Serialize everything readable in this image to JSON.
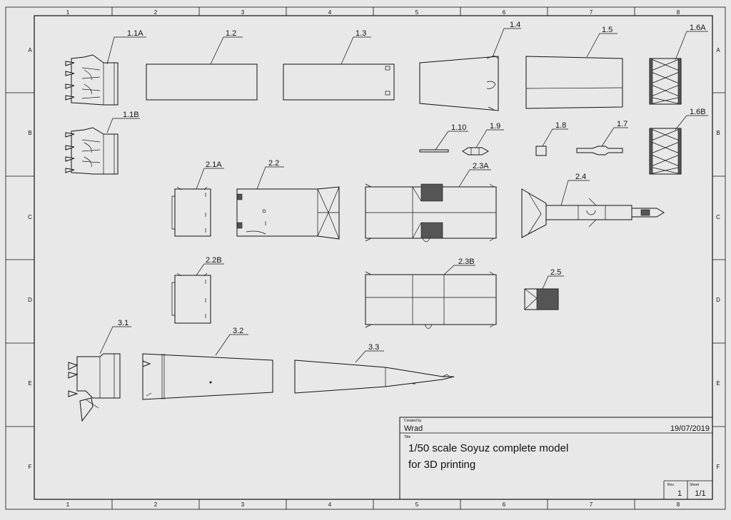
{
  "grid": {
    "columns": [
      "1",
      "2",
      "3",
      "4",
      "5",
      "6",
      "7",
      "8"
    ],
    "rows": [
      "A",
      "B",
      "C",
      "D",
      "E",
      "F"
    ]
  },
  "parts": {
    "p1_1a": "1.1A",
    "p1_1b": "1.1B",
    "p1_2": "1.2",
    "p1_3": "1.3",
    "p1_4": "1.4",
    "p1_5": "1.5",
    "p1_6a": "1.6A",
    "p1_6b": "1.6B",
    "p1_7": "1.7",
    "p1_8": "1.8",
    "p1_9": "1.9",
    "p1_10": "1.10",
    "p2_1a": "2.1A",
    "p2_1b": "2.2B",
    "p2_2": "2.2",
    "p2_3a": "2.3A",
    "p2_3b": "2.3B",
    "p2_4": "2.4",
    "p2_5": "2.5",
    "p3_1": "3.1",
    "p3_2": "3.2",
    "p3_3": "3.3"
  },
  "title_block": {
    "created_by_label": "Created by",
    "created_by": "Wrad",
    "date": "19/07/2019",
    "title_label": "Title",
    "title_line1": "1/50 scale Soyuz complete model",
    "title_line2": "for 3D printing",
    "rev_label": "Rev.",
    "rev": "1",
    "sheet_label": "Sheet",
    "sheet": "1/1"
  },
  "colors": {
    "paper": "#e8e8e8",
    "ink": "#111111"
  }
}
